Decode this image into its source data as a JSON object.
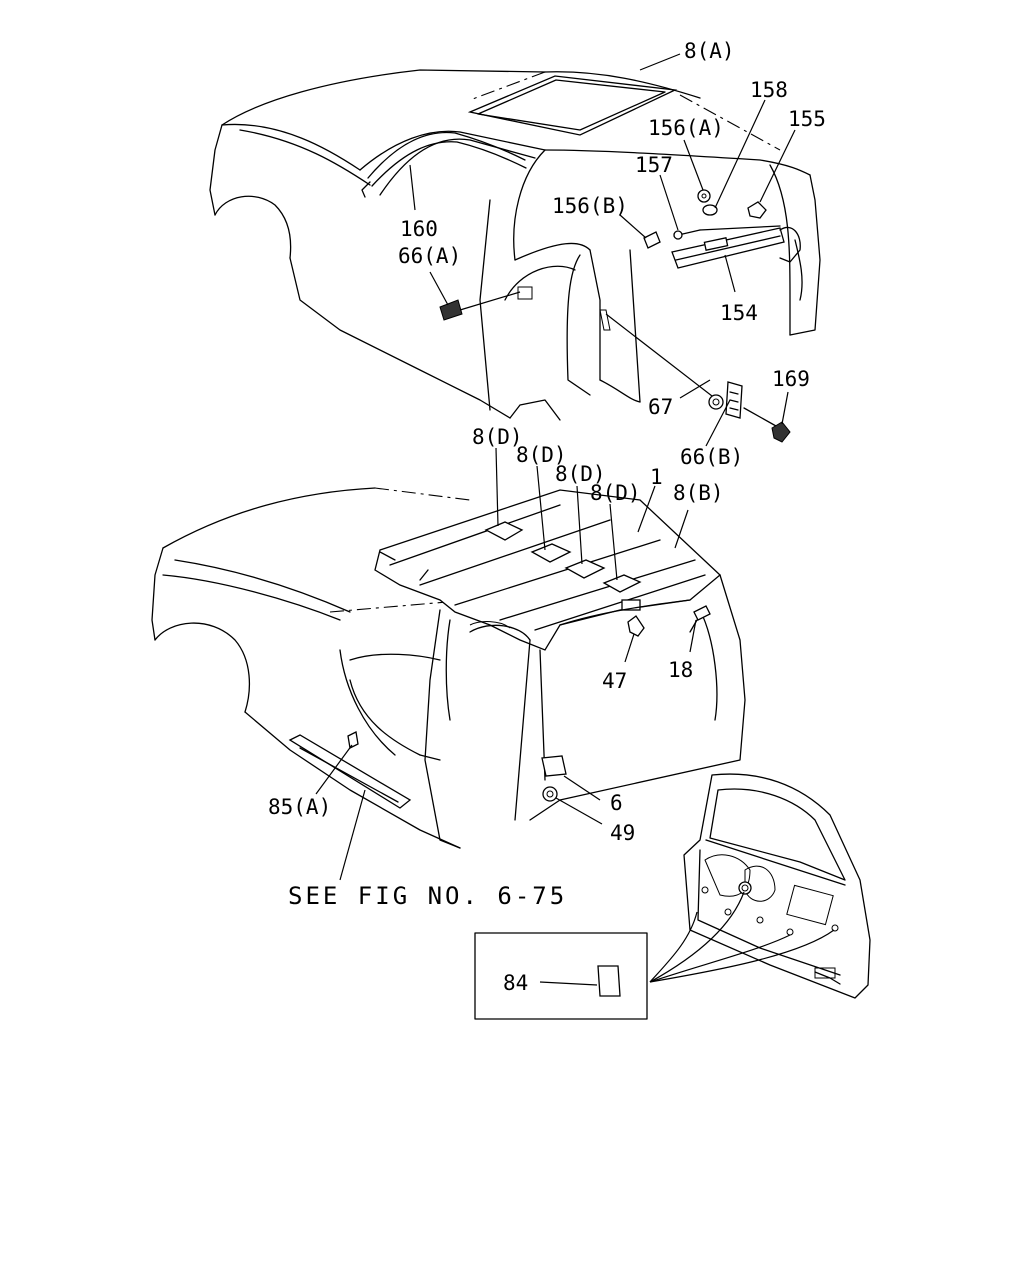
{
  "callouts": {
    "c_8A": "8(A)",
    "c_158": "158",
    "c_156A": "156(A)",
    "c_155": "155",
    "c_157": "157",
    "c_156B": "156(B)",
    "c_160": "160",
    "c_66A": "66(A)",
    "c_154": "154",
    "c_169": "169",
    "c_67": "67",
    "c_66B": "66(B)",
    "c_8D_1": "8(D)",
    "c_8D_2": "8(D)",
    "c_8D_3": "8(D)",
    "c_8D_4": "8(D)",
    "c_1": "1",
    "c_8B": "8(B)",
    "c_47": "47",
    "c_18": "18",
    "c_85A": "85(A)",
    "c_6": "6",
    "c_49": "49",
    "c_84": "84"
  },
  "note": "SEE FIG NO. 6-75"
}
